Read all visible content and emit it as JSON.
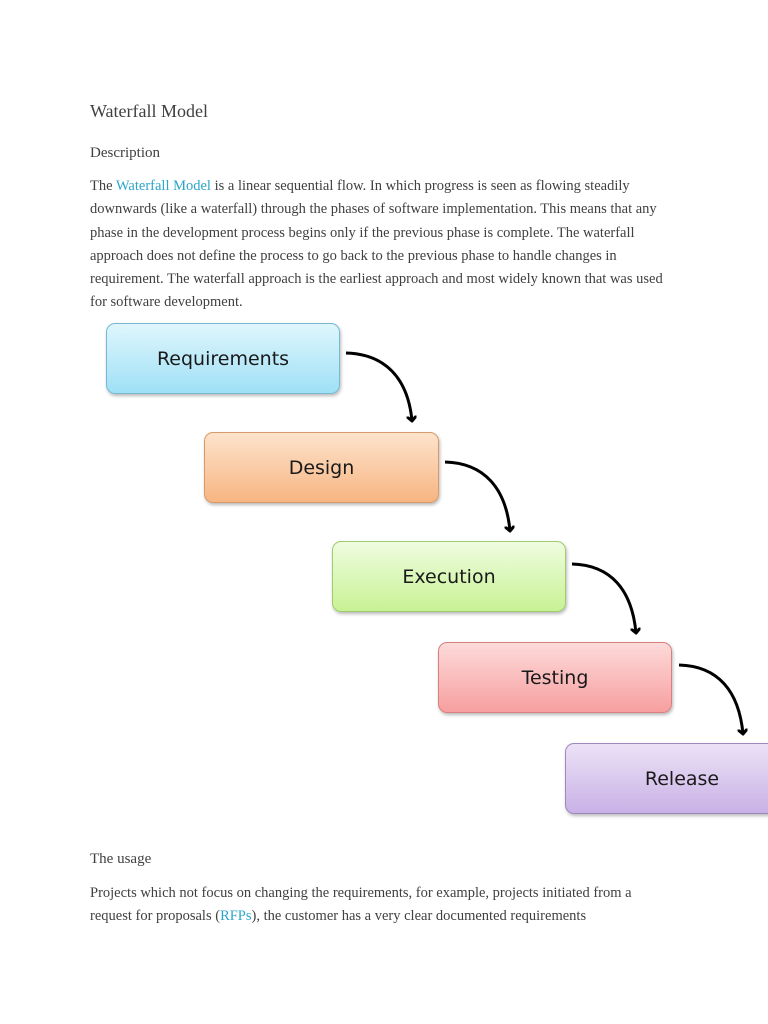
{
  "title": "Waterfall Model",
  "description": {
    "heading": "Description",
    "pre_link": "The ",
    "link_text": "Waterfall Model",
    "post_link": " is a linear sequential flow. In which progress is seen as flowing steadily downwards (like a waterfall) through the phases of software implementation. This means that any phase in the development process begins only if the previous phase is complete. The waterfall approach does not define the process to go back to the previous phase to handle changes in requirement. The waterfall approach is the earliest approach and most widely known that was used for software development."
  },
  "diagram": {
    "steps": [
      {
        "label": "Requirements",
        "color_top": "#dff6fd",
        "color_bottom": "#9fe0f6",
        "border": "#78b8d0"
      },
      {
        "label": "Design",
        "color_top": "#fde3cc",
        "color_bottom": "#f7b582",
        "border": "#d89a68"
      },
      {
        "label": "Execution",
        "color_top": "#effce0",
        "color_bottom": "#c8f294",
        "border": "#9fcc6e"
      },
      {
        "label": "Testing",
        "color_top": "#fddada",
        "color_bottom": "#f79f9f",
        "border": "#d88080"
      },
      {
        "label": "Release",
        "color_top": "#ece2f6",
        "color_bottom": "#c9b1e6",
        "border": "#9d88bf"
      }
    ]
  },
  "usage": {
    "heading": "The usage",
    "pre_link": "Projects which not focus on changing the requirements, for example, projects initiated from a request for proposals (",
    "link_text": "RFPs",
    "post_link": "), the customer has a very clear documented requirements"
  }
}
